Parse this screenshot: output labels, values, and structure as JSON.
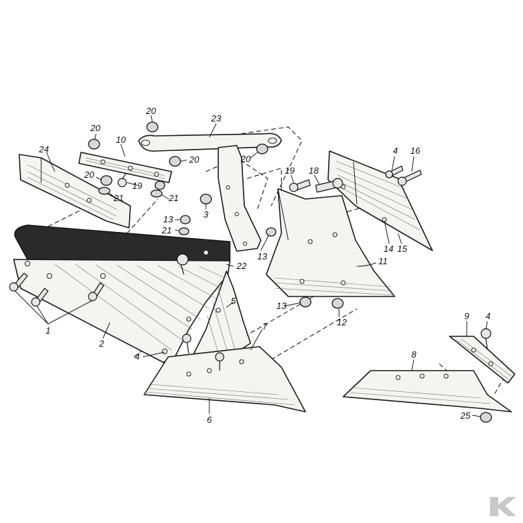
{
  "labels": {
    "p1": "1",
    "p2": "2",
    "p3": "3",
    "p4a": "4",
    "p4b": "4",
    "p4c": "4",
    "p5": "5",
    "p6": "6",
    "p7": "7",
    "p8": "8",
    "p9": "9",
    "p10": "10",
    "p11": "11",
    "p12": "12",
    "p13a": "13",
    "p13b": "13",
    "p13c": "13",
    "p14": "14",
    "p15": "15",
    "p16": "16",
    "p18": "18",
    "p19a": "19",
    "p19b": "19",
    "p20a": "20",
    "p20b": "20",
    "p20c": "20",
    "p20d": "20",
    "p20e": "20",
    "p21a": "21",
    "p21b": "21",
    "p21c": "21",
    "p22": "22",
    "p23": "23",
    "p24": "24",
    "p25": "25"
  },
  "icons": {
    "watermark": "brand-logo-icon"
  },
  "colors": {
    "ink": "#1a1a1a",
    "paper": "#ffffff",
    "watermark": "#c9c9c9"
  }
}
